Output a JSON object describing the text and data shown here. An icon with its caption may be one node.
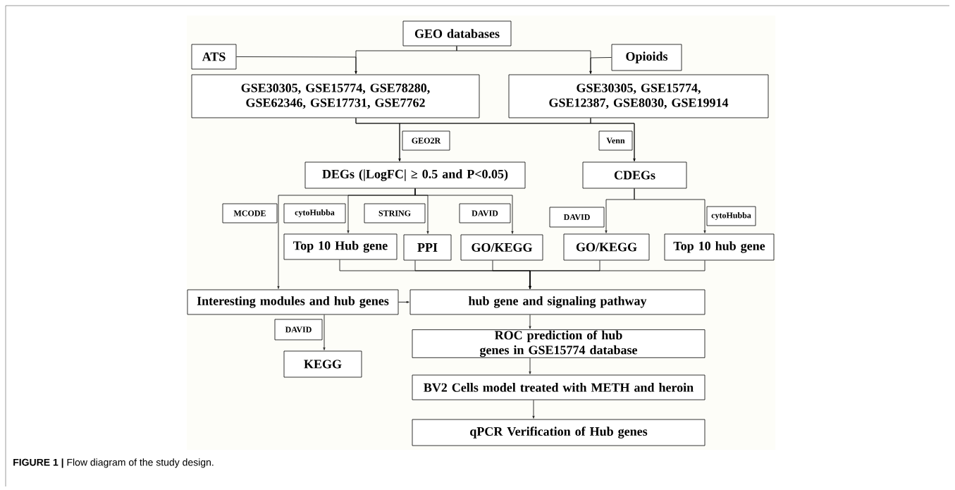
{
  "diagram": {
    "caption": "**FIGURE 1 |** Flow diagram of the study design.",
    "nodes": [
      {
        "text": [
          "GEO databases"
        ]
      },
      {
        "text": [
          "ATS"
        ]
      },
      {
        "text": [
          "Opioids"
        ]
      },
      {
        "text": [
          "GSE30305, GSE15774, GSE78280, GSE62346, GSE17731, GSE7762"
        ]
      },
      {
        "text": [
          "GSE30305, GSE15774, GSE12387, GSE8030, GSE19914"
        ]
      },
      {
        "text": [
          "GEO2R"
        ]
      },
      {
        "text": [
          "Venn"
        ]
      },
      {
        "text": [
          "DEGs (|LogFC| ≥ 0.5 and P<0.05)"
        ]
      },
      {
        "text": [
          "CDEGs"
        ]
      },
      {
        "text": [
          "MCODE"
        ]
      },
      {
        "text": [
          "cytoHubba"
        ]
      },
      {
        "text": [
          "STRING"
        ]
      },
      {
        "text": [
          "DAVID"
        ]
      },
      {
        "text": [
          "Top 10 Hub gene"
        ]
      },
      {
        "text": [
          "PPI"
        ]
      },
      {
        "text": [
          "GO/KEGG"
        ]
      },
      {
        "text": [
          "DAVID"
        ]
      },
      {
        "text": [
          "cytoHubba"
        ]
      },
      {
        "text": [
          "GO/KEGG"
        ]
      },
      {
        "text": [
          "Top 10 hub gene"
        ]
      },
      {
        "text": [
          "Interesting modules and hub genes"
        ]
      },
      {
        "text": [
          "hub gene and signaling pathway"
        ]
      },
      {
        "text": [
          "DAVID"
        ]
      },
      {
        "text": [
          "KEGG"
        ]
      },
      {
        "text": [
          "ROC prediction of hub genes in GSE15774 database"
        ]
      },
      {
        "text": [
          "BV2 Cells model treated with METH and heroin"
        ]
      },
      {
        "text": [
          "qPCR Verification of Hub genes"
        ]
      }
    ],
    "edges": [
      {
        "from": 0,
        "to": 3,
        "arrow": "to"
      },
      {
        "from": 0,
        "to": 4,
        "arrow": "to"
      },
      {
        "from": 1,
        "to": 3,
        "arrow": "to"
      },
      {
        "from": 2,
        "to": 4,
        "arrow": "to"
      },
      {
        "from": 3,
        "to": 7,
        "arrow": "to"
      },
      {
        "from": 4,
        "to": 7,
        "arrow": "to"
      },
      {
        "from": 3,
        "to": 8,
        "arrow": "to"
      },
      {
        "from": 4,
        "to": 8,
        "arrow": "to"
      },
      {
        "from": 7,
        "to": 13,
        "arrow": "to"
      },
      {
        "from": 7,
        "to": 14,
        "arrow": "to"
      },
      {
        "from": 7,
        "to": 15,
        "arrow": "to"
      },
      {
        "from": 7,
        "to": 20,
        "arrow": "to"
      },
      {
        "from": 8,
        "to": 18,
        "arrow": "to"
      },
      {
        "from": 8,
        "to": 19,
        "arrow": "to"
      },
      {
        "from": 13,
        "to": 21,
        "arrow": "to"
      },
      {
        "from": 14,
        "to": 21,
        "arrow": "to"
      },
      {
        "from": 15,
        "to": 21,
        "arrow": "to"
      },
      {
        "from": 18,
        "to": 21,
        "arrow": "to"
      },
      {
        "from": 19,
        "to": 21,
        "arrow": "to"
      },
      {
        "from": 20,
        "to": 21,
        "arrow": "to"
      },
      {
        "from": 20,
        "to": 23,
        "arrow": "to"
      },
      {
        "from": 21,
        "to": 24,
        "arrow": "to"
      },
      {
        "from": 24,
        "to": 25,
        "arrow": "to"
      },
      {
        "from": 25,
        "to": 26,
        "arrow": "to"
      }
    ]
  }
}
